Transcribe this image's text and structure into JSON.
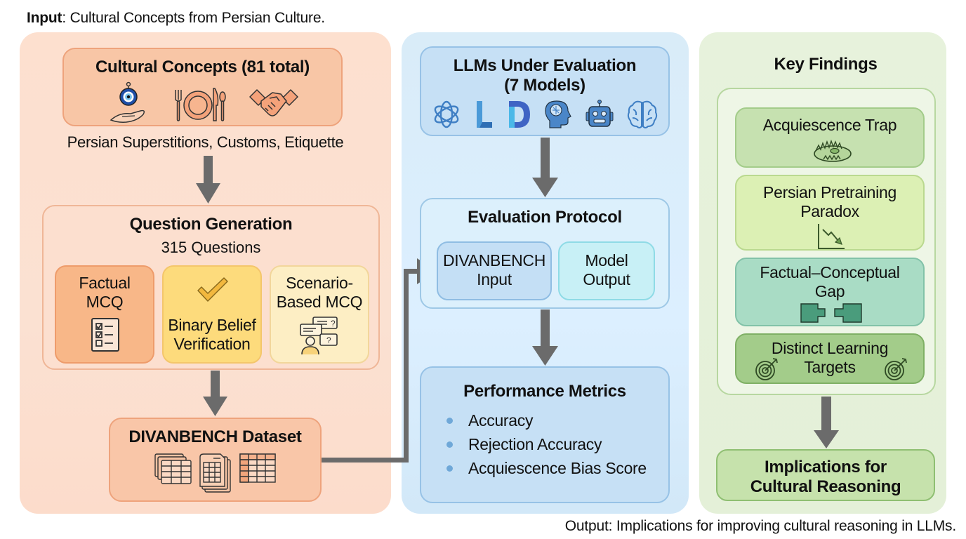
{
  "captions": {
    "input_prefix": "Input",
    "input_text": ": Cultural Concepts from Persian Culture.",
    "output_text": "Output: Implications for improving cultural reasoning in LLMs."
  },
  "input_panel": {
    "concepts": {
      "title": "Cultural Concepts (81 total)",
      "icons": [
        "evil-eye-hand-icon",
        "plate-cutlery-icon",
        "handshake-icon"
      ],
      "subtitle": "Persian Superstitions, Customs, Etiquette"
    },
    "question_generation": {
      "title": "Question Generation",
      "count": "315 Questions",
      "types": [
        {
          "line1": "Factual",
          "line2": "MCQ",
          "icon": "checklist-icon"
        },
        {
          "line1": "Binary Belief",
          "line2": "Verification",
          "icon": "checkmark-icon"
        },
        {
          "line1": "Scenario-",
          "line2": "Based MCQ",
          "icon": "person-question-bubbles-icon"
        }
      ]
    },
    "dataset": {
      "title": "DIVANBENCH Dataset",
      "icons": [
        "stacked-tables-icon",
        "document-table-icon",
        "table-grid-icon"
      ]
    }
  },
  "evaluation_panel": {
    "llms": {
      "title_line1": "LLMs Under Evaluation",
      "title_line2": "(7 Models)",
      "icons": [
        "openai-logo-icon",
        "llama-l-logo-icon",
        "d-logo-icon",
        "head-brain-icon",
        "robot-icon",
        "brain-icon"
      ]
    },
    "protocol": {
      "title": "Evaluation Protocol",
      "input_line1": "DIVANBENCH",
      "input_line2": "Input",
      "output_line1": "Model",
      "output_line2": "Output"
    },
    "metrics": {
      "title": "Performance Metrics",
      "items": [
        "Accuracy",
        "Rejection Accuracy",
        "Acquiescence Bias Score"
      ]
    }
  },
  "findings_panel": {
    "title": "Key Findings",
    "findings": [
      {
        "line1": "Acquiescence Trap",
        "line2": "",
        "icon": "bear-trap-icon"
      },
      {
        "line1": "Persian Pretraining",
        "line2": "Paradox",
        "icon": "declining-chart-icon"
      },
      {
        "line1": "Factual–Conceptual",
        "line2": "Gap",
        "icon": "puzzle-gap-icon"
      },
      {
        "line1": "Distinct Learning",
        "line2": "Targets",
        "icon": "target-arrow-icon"
      }
    ],
    "implications_line1": "Implications for",
    "implications_line2": "Cultural Reasoning"
  },
  "colors": {
    "input_panel": "#fde0cf",
    "evaluation_panel": "#dcefff",
    "findings_panel": "#e7f2dc",
    "arrow": "#6b6b6b"
  }
}
